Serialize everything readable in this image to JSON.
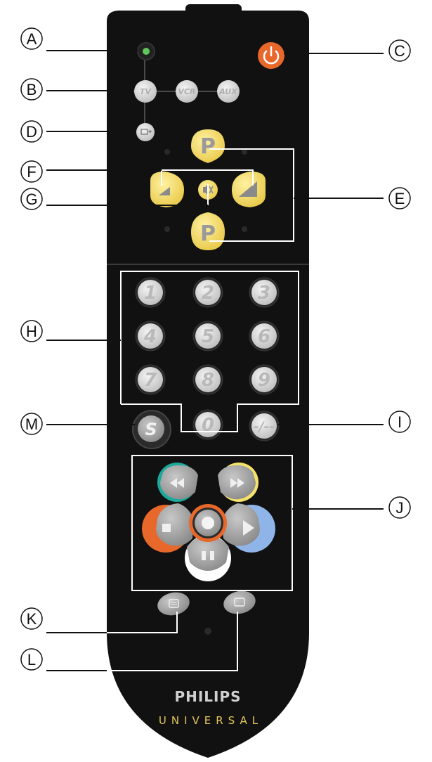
{
  "callouts": {
    "a": "A",
    "b": "B",
    "c": "C",
    "d": "D",
    "e": "E",
    "f": "F",
    "g": "G",
    "h": "H",
    "i": "I",
    "j": "J",
    "k": "K",
    "l": "L",
    "m": "M"
  },
  "source_buttons": {
    "tv": "TV",
    "vcr": "VCR",
    "aux": "AUX"
  },
  "program": {
    "up": "P",
    "down": "P"
  },
  "keypad": [
    "1",
    "2",
    "3",
    "4",
    "5",
    "6",
    "7",
    "8",
    "9",
    "0"
  ],
  "dash_key": "-/--",
  "smart_key": "S",
  "brand": "PHILIPS",
  "subbrand": "UNIVERSAL",
  "colors": {
    "body": "#111111",
    "key": "#d8d8d8",
    "program_yellow": "#f5dc6c",
    "power_orange": "#e8682b",
    "led_green": "#5ec85a",
    "accent_teal": "#1aa99a",
    "accent_yellow": "#f5e26a",
    "accent_orange": "#e8682b",
    "accent_blue": "#8fb5e8"
  }
}
